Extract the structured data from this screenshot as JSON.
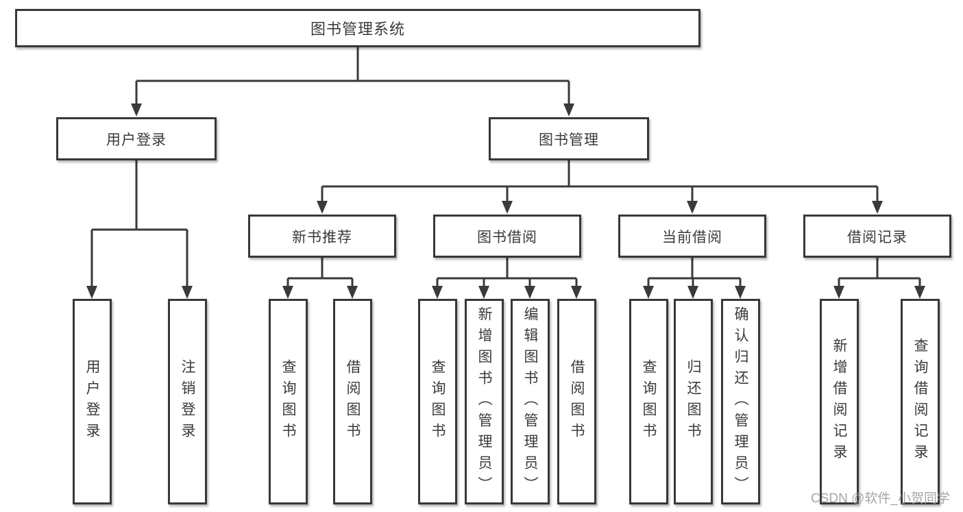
{
  "diagram": {
    "root": "图书管理系统",
    "branches": [
      {
        "label": "用户登录",
        "children": [
          "用户登录",
          "注销登录"
        ]
      },
      {
        "label": "图书管理",
        "groups": [
          {
            "label": "新书推荐",
            "children": [
              "查询图书",
              "借阅图书"
            ]
          },
          {
            "label": "图书借阅",
            "children": [
              "查询图书",
              "新增图书（管理员）",
              "编辑图书（管理员）",
              "借阅图书"
            ]
          },
          {
            "label": "当前借阅",
            "children": [
              "查询图书",
              "归还图书",
              "确认归还（管理员）"
            ]
          },
          {
            "label": "借阅记录",
            "children": [
              "新增借阅记录",
              "查询借阅记录"
            ]
          }
        ]
      }
    ]
  },
  "watermark": "CSDN @软件_小贺同学",
  "colors": {
    "line": "#3a3a3a",
    "box_border": "#383838",
    "text": "#3a3a3a",
    "watermark": "#9c9c9c",
    "background": "#ffffff"
  }
}
